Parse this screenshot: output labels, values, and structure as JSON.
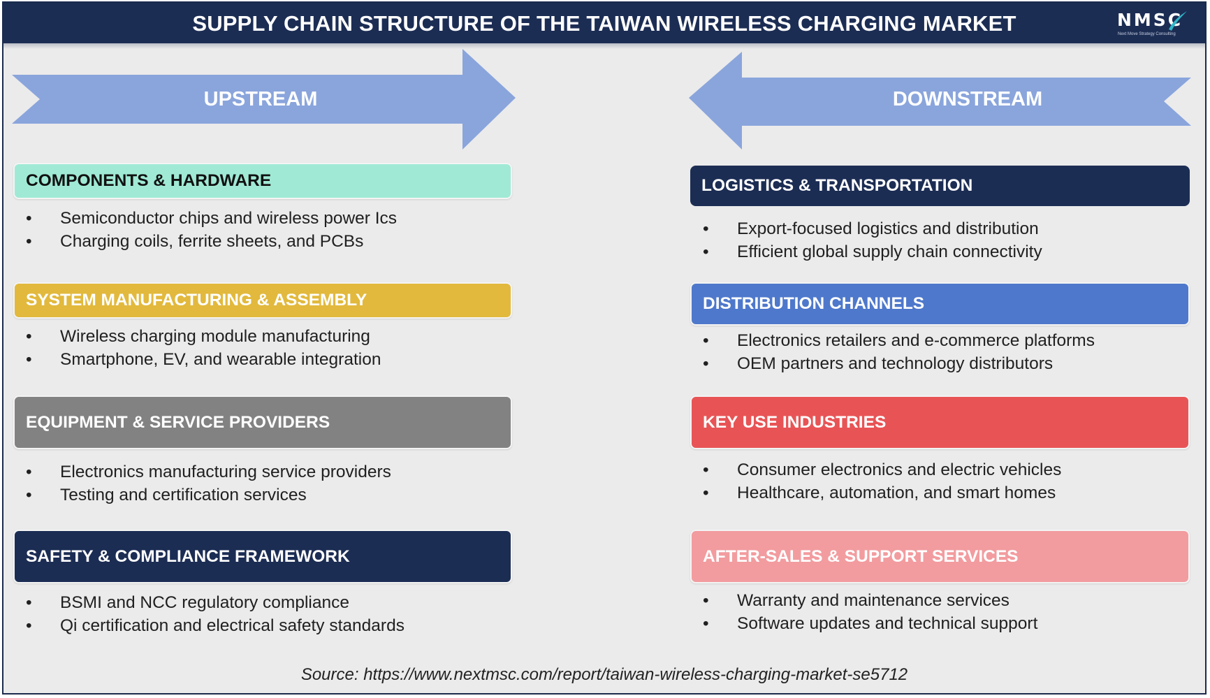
{
  "header": {
    "title": "SUPPLY CHAIN STRUCTURE OF THE TAIWAN WIRELESS CHARGING MARKET",
    "logo_text": "NMSC",
    "logo_tagline": "Next Move Strategy Consulting"
  },
  "colors": {
    "header_bg": "#1c2d54",
    "arrow": "#8aa5dc",
    "background": "#ebebeb",
    "components": "#a0ead5",
    "system": "#e2b93d",
    "equipment": "#828282",
    "safety": "#1c2d54",
    "logistics": "#1c2d54",
    "distribution": "#4e78cb",
    "key_use": "#e85456",
    "after_sales": "#f29c9f"
  },
  "upstream": {
    "label": "UPSTREAM",
    "sections": [
      {
        "title": "COMPONENTS & HARDWARE",
        "items": [
          "Semiconductor chips and wireless power Ics",
          "Charging coils, ferrite sheets, and PCBs"
        ]
      },
      {
        "title": "SYSTEM MANUFACTURING & ASSEMBLY",
        "items": [
          "Wireless charging module manufacturing",
          "Smartphone, EV, and wearable integration"
        ]
      },
      {
        "title": "EQUIPMENT & SERVICE PROVIDERS",
        "items": [
          "Electronics manufacturing service providers",
          "Testing and certification services"
        ]
      },
      {
        "title": "SAFETY & COMPLIANCE FRAMEWORK",
        "items": [
          "BSMI and NCC regulatory compliance",
          "Qi certification and electrical safety standards"
        ]
      }
    ]
  },
  "downstream": {
    "label": "DOWNSTREAM",
    "sections": [
      {
        "title": "LOGISTICS & TRANSPORTATION",
        "items": [
          "Export-focused logistics and distribution",
          "Efficient global supply chain connectivity"
        ]
      },
      {
        "title": "DISTRIBUTION CHANNELS",
        "items": [
          "Electronics retailers and e-commerce platforms",
          "OEM partners and technology distributors"
        ]
      },
      {
        "title": "KEY USE INDUSTRIES",
        "items": [
          "Consumer electronics and electric vehicles",
          "Healthcare, automation, and smart homes"
        ]
      },
      {
        "title": "AFTER-SALES & SUPPORT SERVICES",
        "items": [
          "Warranty and maintenance services",
          "Software updates and technical support"
        ]
      }
    ]
  },
  "source": "Source: https://www.nextmsc.com/report/taiwan-wireless-charging-market-se5712"
}
